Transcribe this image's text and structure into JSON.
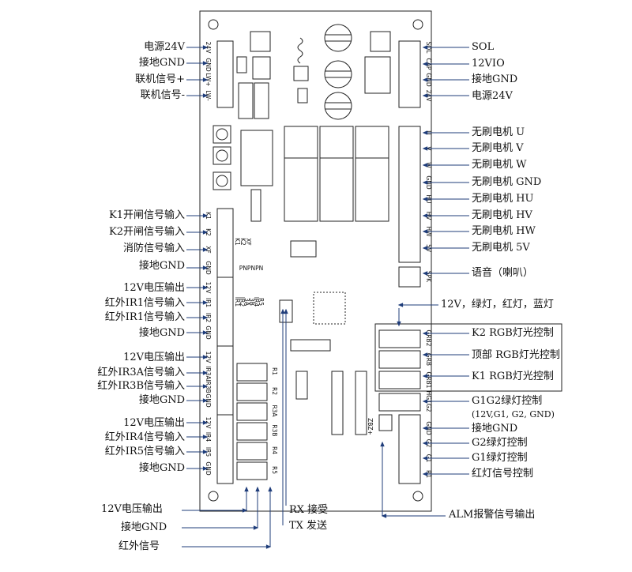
{
  "left_labels": [
    {
      "id": "power-24v-left",
      "text": "电源24V"
    },
    {
      "id": "ground-gnd-left-1",
      "text": "接地GND"
    },
    {
      "id": "link-signal-plus",
      "text": "联机信号+"
    },
    {
      "id": "link-signal-minus",
      "text": "联机信号-"
    },
    {
      "id": "k1-gate-signal-input",
      "text": "K1开闸信号输入"
    },
    {
      "id": "k2-gate-signal-input",
      "text": "K2开闸信号输入"
    },
    {
      "id": "fire-signal-input",
      "text": "消防信号输入"
    },
    {
      "id": "ground-gnd-left-2",
      "text": "接地GND"
    },
    {
      "id": "v12-output-1",
      "text": "12V电压输出"
    },
    {
      "id": "ir1-signal-input-a",
      "text": "红外IR1信号输入"
    },
    {
      "id": "ir1-signal-input-b",
      "text": "红外IR1信号输入"
    },
    {
      "id": "ground-gnd-left-3",
      "text": "接地GND"
    },
    {
      "id": "v12-output-2",
      "text": "12V电压输出"
    },
    {
      "id": "ir3a-signal-input",
      "text": "红外IR3A信号输入"
    },
    {
      "id": "ir3b-signal-input",
      "text": "红外IR3B信号输入"
    },
    {
      "id": "ground-gnd-left-4",
      "text": "接地GND"
    },
    {
      "id": "v12-output-3",
      "text": "12V电压输出"
    },
    {
      "id": "ir4-signal-input",
      "text": "红外IR4信号输入"
    },
    {
      "id": "ir5-signal-input",
      "text": "红外IR5信号输入"
    },
    {
      "id": "ground-gnd-left-5",
      "text": "接地GND"
    }
  ],
  "right_labels": [
    {
      "id": "sol",
      "text": "SOL"
    },
    {
      "id": "v12-vio",
      "text": "12VIO"
    },
    {
      "id": "ground-gnd-right-1",
      "text": "接地GND"
    },
    {
      "id": "power-24v-right",
      "text": "电源24V"
    },
    {
      "id": "motor-u",
      "text": "无刷电机 U"
    },
    {
      "id": "motor-v",
      "text": "无刷电机 V"
    },
    {
      "id": "motor-w",
      "text": "无刷电机 W"
    },
    {
      "id": "motor-gnd",
      "text": "无刷电机 GND"
    },
    {
      "id": "motor-hu",
      "text": "无刷电机 HU"
    },
    {
      "id": "motor-hv",
      "text": "无刷电机 HV"
    },
    {
      "id": "motor-hw",
      "text": "无刷电机 HW"
    },
    {
      "id": "motor-5v",
      "text": "无刷电机 5V"
    },
    {
      "id": "speaker",
      "text": "语音（喇叭）"
    }
  ],
  "led_group": {
    "title": "12V，绿灯，红灯，蓝灯",
    "items": [
      {
        "id": "k2-rgb",
        "text": "K2   RGB灯光控制"
      },
      {
        "id": "top-rgb",
        "text": "顶部 RGB灯光控制"
      },
      {
        "id": "k1-rgb",
        "text": "K1    RGB灯光控制"
      }
    ]
  },
  "lower_right_labels": [
    {
      "id": "g1g2-green-control",
      "text": "G1G2绿灯控制"
    },
    {
      "id": "g1g2-pins",
      "text": "(12V,G1, G2, GND)"
    },
    {
      "id": "ground-gnd-right-2",
      "text": "接地GND"
    },
    {
      "id": "g2-green-control",
      "text": "G2绿灯控制"
    },
    {
      "id": "g1-green-control",
      "text": "G1绿灯控制"
    },
    {
      "id": "red-signal-control",
      "text": "红灯信号控制"
    }
  ],
  "bottom_labels": [
    {
      "id": "v12-output-bottom",
      "text": "12V电压输出"
    },
    {
      "id": "ground-gnd-bottom",
      "text": "接地GND"
    },
    {
      "id": "ir-signal-bottom",
      "text": "红外信号"
    },
    {
      "id": "rx-receive",
      "text": "RX 接受"
    },
    {
      "id": "tx-send",
      "text": "TX 发送"
    },
    {
      "id": "alm-output",
      "text": "ALM报警信号输出"
    }
  ],
  "pin_labels": {
    "left_power": [
      "24V",
      "GND",
      "LW+",
      "LW-"
    ],
    "left_k": [
      "K1",
      "K2",
      "XF",
      "GND"
    ],
    "left_ir1": [
      "12V",
      "IR1",
      "IR2",
      "GND"
    ],
    "left_ir3": [
      "12V",
      "IR3A",
      "IR3B",
      "GND"
    ],
    "left_ir4": [
      "12V",
      "IR4",
      "IR5",
      "GND"
    ],
    "right_top": [
      "SOL",
      "CAP",
      "GND",
      "24V"
    ],
    "right_motor": [
      "U",
      "V",
      "W",
      "GND",
      "HU",
      "HV",
      "HW",
      "5V"
    ],
    "speaker": "SPK",
    "rgb": [
      "GRB2",
      "GRB",
      "GRB1"
    ],
    "g1g2": "HG1G2",
    "right_bottom": [
      "GND",
      "G2",
      "G1",
      "R1"
    ],
    "small_conn": [
      "R1",
      "R2",
      "R3A",
      "R3B",
      "R4",
      "R5"
    ],
    "jumper_top": [
      "K1",
      "K2",
      "XF"
    ],
    "jumper_mid": [
      "PNPNPN"
    ],
    "jumper_ir": [
      "IR1",
      "IR2",
      "3A",
      "3B",
      "IR4",
      "R5"
    ],
    "zener": "ZBZ+"
  }
}
